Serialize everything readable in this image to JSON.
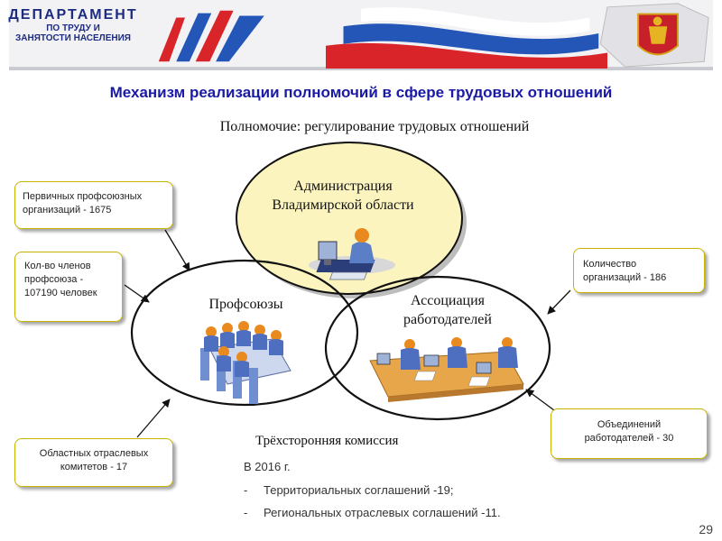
{
  "header": {
    "dept_line1": "ДЕПАРТАМЕНТ",
    "dept_line2": "ПО ТРУДУ И",
    "dept_line3": "ЗАНЯТОСТИ НАСЕЛЕНИЯ"
  },
  "title": "Механизм реализации полномочий в сфере трудовых отношений",
  "subtitle": "Полномочие: регулирование трудовых отношений",
  "circles": {
    "admin": "Администрация Владимирской области",
    "unions": "Профсоюзы",
    "employers": "Ассоциация работодателей"
  },
  "notes": {
    "primary_orgs": "Первичных профсоюзных организаций - 1675",
    "members": "Кол-во членов профсоюза - 107190 человек",
    "regional_committees": "Областных отраслевых комитетов - 17",
    "organizations_count": "Количество организаций - 186",
    "employer_associations": "Объединений работодателей - 30"
  },
  "commission": {
    "title": "Трёхсторонняя комиссия",
    "year": "В 2016 г.",
    "items": [
      "Территориальных соглашений -19;",
      "Региональных отраслевых соглашений -11."
    ]
  },
  "page_number": "29",
  "colors": {
    "title": "#1a1aa6",
    "admin_circle": "#fbf4bf",
    "note_border": "#c8b400",
    "flag_blue": "#2456b8",
    "flag_red": "#d9252a"
  }
}
